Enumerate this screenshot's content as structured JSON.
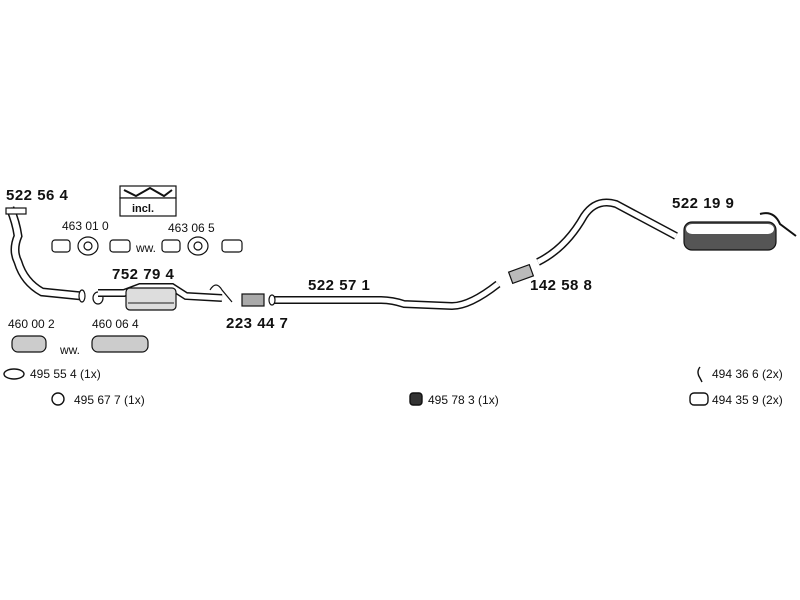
{
  "parts": {
    "front_pipe": "522 56 4",
    "kit_incl": "incl.",
    "clamp_1": "463 01 0",
    "clamp_2": "463 06 5",
    "ww_top": "ww.",
    "catalyst": "752 79 4",
    "mid_pipe": "522 57 1",
    "rear_muffler": "522 19 9",
    "connector_223": "223 44 7",
    "connector_142": "142 58 8",
    "gasket_460_002": "460 00 2",
    "gasket_460_064": "460 06 4",
    "ww_bottom": "ww."
  },
  "accessories": {
    "ring_495_554": "495 55 4 (1x)",
    "clamp_495_677": "495 67 7  (1x)",
    "hanger_495_783": "495 78 3 (1x)",
    "hook_494_366": "494 36 6 (2x)",
    "rubber_494_359": "494 35 9 (2x)"
  }
}
